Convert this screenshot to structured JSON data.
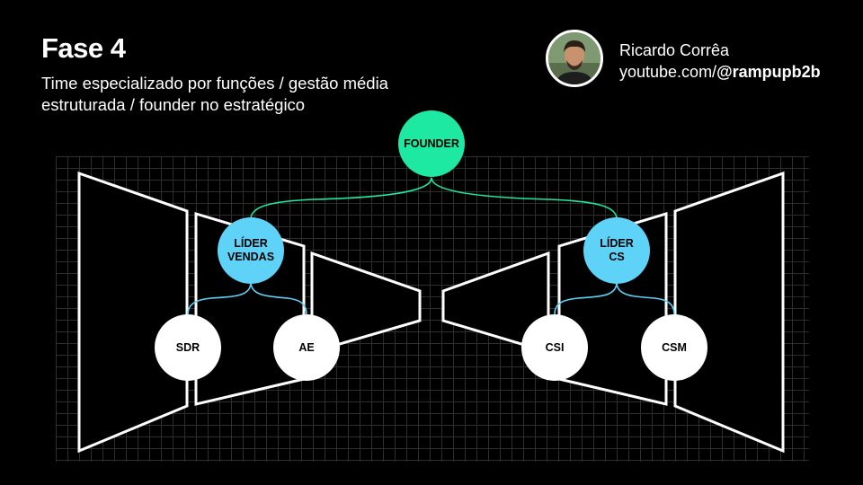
{
  "header": {
    "title": "Fase 4",
    "subtitle": "Time especializado por funções / gestão média estruturada / founder no estratégico"
  },
  "author": {
    "name": "Ricardo Corrêa",
    "url_prefix": "youtube.com/",
    "handle": "@rampupb2b"
  },
  "diagram": {
    "nodes": {
      "founder": "FOUNDER",
      "lider_vendas": "LÍDER\nVENDAS",
      "lider_cs": "LÍDER\nCS",
      "sdr": "SDR",
      "ae": "AE",
      "csi": "CSI",
      "csm": "CSM"
    }
  },
  "colors": {
    "background": "#000000",
    "founder": "#1de9a2",
    "leader": "#5ed3f7",
    "member": "#ffffff",
    "founder_link": "#1de9a2",
    "leader_link": "#5ed3f7"
  }
}
